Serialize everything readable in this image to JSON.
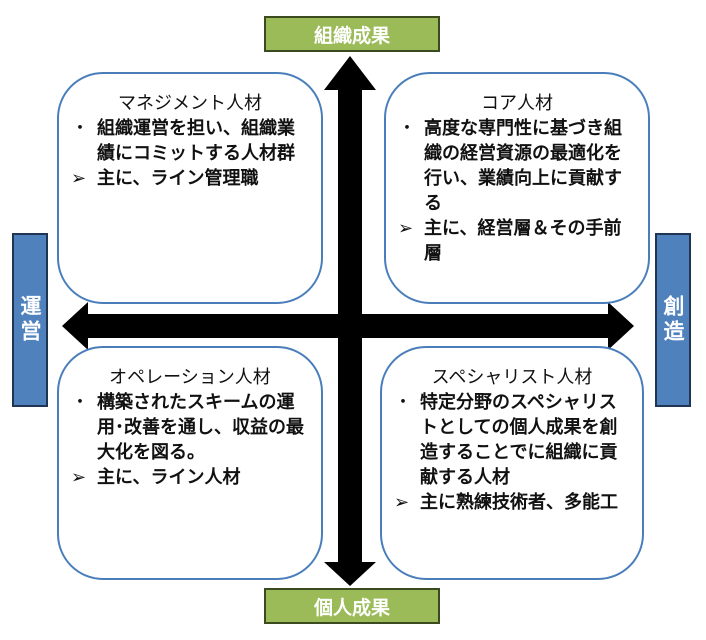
{
  "axes": {
    "top": "組織成果",
    "bottom": "個人成果",
    "left": "運営",
    "right": "創造"
  },
  "colors": {
    "vertical_axis_label": "#9BBB59",
    "horizontal_axis_label": "#4F81BD",
    "quadrant_border": "#4A7EBB",
    "arrow": "#000000"
  },
  "quadrants": {
    "top_left": {
      "title": "マネジメント人材",
      "items": [
        {
          "type": "dot",
          "marker": "・",
          "text": "組織運営を担い、組織業績にコミットする人材群"
        },
        {
          "type": "arrow",
          "marker": "➢",
          "text": "主に、ライン管理職"
        }
      ]
    },
    "top_right": {
      "title": "コア人材",
      "items": [
        {
          "type": "dot",
          "marker": "・",
          "text": "高度な専門性に基づき組織の経営資源の最適化を行い、業績向上に貢献する"
        },
        {
          "type": "arrow",
          "marker": "➢",
          "text": "主に、経営層＆その手前層"
        }
      ]
    },
    "bottom_left": {
      "title": "オペレーション人材",
      "items": [
        {
          "type": "dot",
          "marker": "・",
          "text": "構築されたスキームの運用･改善を通し、収益の最大化を図る。"
        },
        {
          "type": "arrow",
          "marker": "➢",
          "text": "主に、ライン人材"
        }
      ]
    },
    "bottom_right": {
      "title": "スペシャリスト人材",
      "items": [
        {
          "type": "dot",
          "marker": "・",
          "text": "特定分野のスペシャリストとしての個人成果を創造することでに組織に貢献する人材"
        },
        {
          "type": "arrow",
          "marker": "➢",
          "text": "主に熟練技術者、多能工"
        }
      ]
    }
  }
}
